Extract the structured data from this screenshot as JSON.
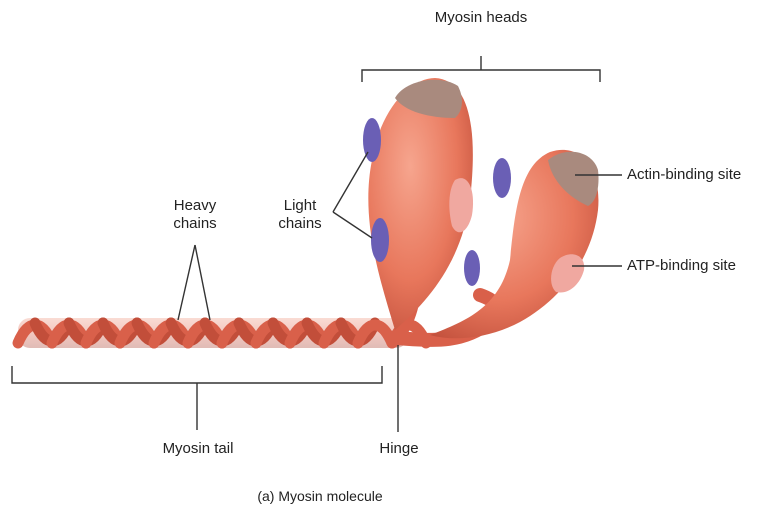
{
  "labels": {
    "myosin_heads": "Myosin heads",
    "heavy_chains": [
      "Heavy",
      "chains"
    ],
    "light_chains": [
      "Light",
      "chains"
    ],
    "actin_binding_site": "Actin-binding site",
    "atp_binding_site": "ATP-binding site",
    "myosin_tail": "Myosin tail",
    "hinge": "Hinge",
    "caption": "(a) Myosin molecule"
  },
  "colors": {
    "tail": "#d9604a",
    "head": "#e8775c",
    "light_chain": "#6a5fb5",
    "actin_site": "#a98a7e",
    "atp_site": "#f0a8a0",
    "line": "#333333"
  }
}
